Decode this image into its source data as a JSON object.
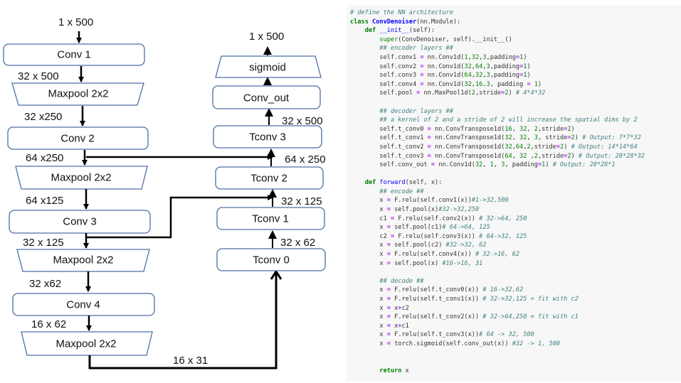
{
  "diagram": {
    "input_label": "1 x 500",
    "encoder": [
      {
        "id": "conv1",
        "label": "Conv 1",
        "shape": "rounded"
      },
      {
        "id": "pool1",
        "label": "Maxpool 2x2",
        "shape": "trapezoid"
      },
      {
        "id": "conv2",
        "label": "Conv 2",
        "shape": "rounded"
      },
      {
        "id": "pool2",
        "label": "Maxpool 2x2",
        "shape": "trapezoid"
      },
      {
        "id": "conv3",
        "label": "Conv 3",
        "shape": "rounded"
      },
      {
        "id": "pool3",
        "label": "Maxpool 2x2",
        "shape": "trapezoid"
      },
      {
        "id": "conv4",
        "label": "Conv 4",
        "shape": "rounded"
      },
      {
        "id": "pool4",
        "label": "Maxpool 2x2",
        "shape": "trapezoid"
      }
    ],
    "encoder_dims": [
      "32 x 500",
      "32 x250",
      "64 x250",
      "64 x125",
      "32 x 125",
      "32 x62",
      "16 x 62"
    ],
    "bottleneck_label": "16 x 31",
    "decoder": [
      {
        "id": "tconv0",
        "label": "Tconv 0",
        "shape": "rounded"
      },
      {
        "id": "tconv1",
        "label": "Tconv 1",
        "shape": "rounded"
      },
      {
        "id": "tconv2",
        "label": "Tconv 2",
        "shape": "rounded"
      },
      {
        "id": "tconv3",
        "label": "Tconv 3",
        "shape": "rounded"
      },
      {
        "id": "conv_out",
        "label": "Conv_out",
        "shape": "rounded"
      },
      {
        "id": "sigmoid",
        "label": "sigmoid",
        "shape": "trapezoid-inverted"
      }
    ],
    "decoder_dims": [
      "32 x 62",
      "32 x 125",
      "64 x 250",
      "32 x 500"
    ],
    "output_label": "1 x 500",
    "skip_connections": [
      {
        "from": "conv2",
        "to": "tconv3"
      },
      {
        "from": "conv3",
        "to": "tconv2"
      }
    ],
    "colors": {
      "box_border": "#4a6fa5",
      "arrow": "#000000",
      "code_bg": "#f7f7f7"
    }
  },
  "code": {
    "lines": [
      [
        [
          "c",
          "# define the NN architecture"
        ]
      ],
      [
        [
          "k",
          "class "
        ],
        [
          "nc",
          "ConvDenoiser"
        ],
        [
          "n",
          "(nn.Module):"
        ]
      ],
      [
        [
          "n",
          "    "
        ],
        [
          "k",
          "def "
        ],
        [
          "nf",
          "__init__"
        ],
        [
          "n",
          "(self):"
        ]
      ],
      [
        [
          "n",
          "        "
        ],
        [
          "sp",
          "super"
        ],
        [
          "n",
          "(ConvDenoiser, self).__init__()"
        ]
      ],
      [
        [
          "n",
          "        "
        ],
        [
          "c",
          "## encoder layers ##"
        ]
      ],
      [
        [
          "n",
          "        self.conv1 "
        ],
        [
          "o",
          "="
        ],
        [
          "n",
          " nn.Conv1d("
        ],
        [
          "m",
          "1"
        ],
        [
          "n",
          ","
        ],
        [
          "m",
          "32"
        ],
        [
          "n",
          ","
        ],
        [
          "m",
          "3"
        ],
        [
          "n",
          ",padding"
        ],
        [
          "o",
          "="
        ],
        [
          "m",
          "1"
        ],
        [
          "n",
          ")"
        ]
      ],
      [
        [
          "n",
          "        self.conv2 "
        ],
        [
          "o",
          "="
        ],
        [
          "n",
          " nn.Conv1d("
        ],
        [
          "m",
          "32"
        ],
        [
          "n",
          ","
        ],
        [
          "m",
          "64"
        ],
        [
          "n",
          ","
        ],
        [
          "m",
          "3"
        ],
        [
          "n",
          ",padding"
        ],
        [
          "o",
          "="
        ],
        [
          "m",
          "1"
        ],
        [
          "n",
          ")"
        ]
      ],
      [
        [
          "n",
          "        self.conv3 "
        ],
        [
          "o",
          "="
        ],
        [
          "n",
          " nn.Conv1d("
        ],
        [
          "m",
          "64"
        ],
        [
          "n",
          ","
        ],
        [
          "m",
          "32"
        ],
        [
          "n",
          ","
        ],
        [
          "m",
          "3"
        ],
        [
          "n",
          ",padding"
        ],
        [
          "o",
          "="
        ],
        [
          "m",
          "1"
        ],
        [
          "n",
          ")"
        ]
      ],
      [
        [
          "n",
          "        self.conv4 "
        ],
        [
          "o",
          "="
        ],
        [
          "n",
          " nn.Conv1d("
        ],
        [
          "m",
          "32"
        ],
        [
          "n",
          ","
        ],
        [
          "m",
          "16"
        ],
        [
          "n",
          ","
        ],
        [
          "m",
          "3"
        ],
        [
          "n",
          ", padding "
        ],
        [
          "o",
          "="
        ],
        [
          "n",
          " "
        ],
        [
          "m",
          "1"
        ],
        [
          "n",
          ")"
        ]
      ],
      [
        [
          "n",
          "        self.pool "
        ],
        [
          "o",
          "="
        ],
        [
          "n",
          " nn.MaxPool1d("
        ],
        [
          "m",
          "2"
        ],
        [
          "n",
          ",stride"
        ],
        [
          "o",
          "="
        ],
        [
          "m",
          "2"
        ],
        [
          "n",
          ") "
        ],
        [
          "c",
          "# 4*4*32"
        ]
      ],
      [
        [
          "n",
          ""
        ]
      ],
      [
        [
          "n",
          "        "
        ],
        [
          "c",
          "## decoder layers ##"
        ]
      ],
      [
        [
          "n",
          "        "
        ],
        [
          "c",
          "## a kernel of 2 and a stride of 2 will increase the spatial dims by 2"
        ]
      ],
      [
        [
          "n",
          "        self.t_conv0 "
        ],
        [
          "o",
          "="
        ],
        [
          "n",
          " nn.ConvTranspose1d("
        ],
        [
          "m",
          "16"
        ],
        [
          "n",
          ", "
        ],
        [
          "m",
          "32"
        ],
        [
          "n",
          ", "
        ],
        [
          "m",
          "2"
        ],
        [
          "n",
          ",stride"
        ],
        [
          "o",
          "="
        ],
        [
          "m",
          "2"
        ],
        [
          "n",
          ")"
        ]
      ],
      [
        [
          "n",
          "        self.t_conv1 "
        ],
        [
          "o",
          "="
        ],
        [
          "n",
          " nn.ConvTranspose1d("
        ],
        [
          "m",
          "32"
        ],
        [
          "n",
          ", "
        ],
        [
          "m",
          "32"
        ],
        [
          "n",
          ", "
        ],
        [
          "m",
          "3"
        ],
        [
          "n",
          ", stride"
        ],
        [
          "o",
          "="
        ],
        [
          "m",
          "2"
        ],
        [
          "n",
          ") "
        ],
        [
          "c",
          "# Output: 7*7*32"
        ]
      ],
      [
        [
          "n",
          "        self.t_conv2 "
        ],
        [
          "o",
          "="
        ],
        [
          "n",
          " nn.ConvTranspose1d("
        ],
        [
          "m",
          "32"
        ],
        [
          "n",
          ","
        ],
        [
          "m",
          "64"
        ],
        [
          "n",
          ","
        ],
        [
          "m",
          "2"
        ],
        [
          "n",
          ",stride"
        ],
        [
          "o",
          "="
        ],
        [
          "m",
          "2"
        ],
        [
          "n",
          ") "
        ],
        [
          "c",
          "# Output: 14*14*64"
        ]
      ],
      [
        [
          "n",
          "        self.t_conv3 "
        ],
        [
          "o",
          "="
        ],
        [
          "n",
          " nn.ConvTranspose1d("
        ],
        [
          "m",
          "64"
        ],
        [
          "n",
          ", "
        ],
        [
          "m",
          "32"
        ],
        [
          "n",
          " ,"
        ],
        [
          "m",
          "2"
        ],
        [
          "n",
          ",stride"
        ],
        [
          "o",
          "="
        ],
        [
          "m",
          "2"
        ],
        [
          "n",
          ") "
        ],
        [
          "c",
          "# Output: 28*28*32"
        ]
      ],
      [
        [
          "n",
          "        self.conv_out "
        ],
        [
          "o",
          "="
        ],
        [
          "n",
          " nn.Conv1d("
        ],
        [
          "m",
          "32"
        ],
        [
          "n",
          ", "
        ],
        [
          "m",
          "1"
        ],
        [
          "n",
          ", "
        ],
        [
          "m",
          "3"
        ],
        [
          "n",
          ", padding"
        ],
        [
          "o",
          "="
        ],
        [
          "m",
          "1"
        ],
        [
          "n",
          ") "
        ],
        [
          "c",
          "# Output: 28*28*1"
        ]
      ],
      [
        [
          "n",
          ""
        ]
      ],
      [
        [
          "n",
          "    "
        ],
        [
          "k",
          "def "
        ],
        [
          "nf",
          "forward"
        ],
        [
          "n",
          "(self, x):"
        ]
      ],
      [
        [
          "n",
          "        "
        ],
        [
          "c",
          "## encode ##"
        ]
      ],
      [
        [
          "n",
          "        x "
        ],
        [
          "o",
          "="
        ],
        [
          "n",
          " F.relu(self.conv1(x))"
        ],
        [
          "c",
          "#1->32,500"
        ]
      ],
      [
        [
          "n",
          "        x "
        ],
        [
          "o",
          "="
        ],
        [
          "n",
          " self.pool(x)"
        ],
        [
          "c",
          "#32->32,250"
        ]
      ],
      [
        [
          "n",
          "        c1 "
        ],
        [
          "o",
          "="
        ],
        [
          "n",
          " F.relu(self.conv2(x)) "
        ],
        [
          "c",
          "# 32->64, 250"
        ]
      ],
      [
        [
          "n",
          "        x "
        ],
        [
          "o",
          "="
        ],
        [
          "n",
          " self.pool(c1)"
        ],
        [
          "c",
          "# 64->64, 125"
        ]
      ],
      [
        [
          "n",
          "        c2 "
        ],
        [
          "o",
          "="
        ],
        [
          "n",
          " F.relu(self.conv3(x)) "
        ],
        [
          "c",
          "# 64->32, 125"
        ]
      ],
      [
        [
          "n",
          "        x "
        ],
        [
          "o",
          "="
        ],
        [
          "n",
          " self.pool(c2) "
        ],
        [
          "c",
          "#32->32, 62"
        ]
      ],
      [
        [
          "n",
          "        x "
        ],
        [
          "o",
          "="
        ],
        [
          "n",
          " F.relu(self.conv4(x)) "
        ],
        [
          "c",
          "# 32->16, 62"
        ]
      ],
      [
        [
          "n",
          "        x "
        ],
        [
          "o",
          "="
        ],
        [
          "n",
          " self.pool(x) "
        ],
        [
          "c",
          "#16->16, 31"
        ]
      ],
      [
        [
          "n",
          ""
        ]
      ],
      [
        [
          "n",
          "        "
        ],
        [
          "c",
          "## decode ##"
        ]
      ],
      [
        [
          "n",
          "        x "
        ],
        [
          "o",
          "="
        ],
        [
          "n",
          " F.relu(self.t_conv0(x)) "
        ],
        [
          "c",
          "# 16->32,62"
        ]
      ],
      [
        [
          "n",
          "        x "
        ],
        [
          "o",
          "="
        ],
        [
          "n",
          " F.relu(self.t_conv1(x)) "
        ],
        [
          "c",
          "# 32->32,125 = fit with c2"
        ]
      ],
      [
        [
          "n",
          "        x "
        ],
        [
          "o",
          "="
        ],
        [
          "n",
          " x"
        ],
        [
          "o",
          "+"
        ],
        [
          "n",
          "c2"
        ]
      ],
      [
        [
          "n",
          "        x "
        ],
        [
          "o",
          "="
        ],
        [
          "n",
          " F.relu(self.t_conv2(x)) "
        ],
        [
          "c",
          "# 32->64,250 = fit with c1"
        ]
      ],
      [
        [
          "n",
          "        x "
        ],
        [
          "o",
          "="
        ],
        [
          "n",
          " x"
        ],
        [
          "o",
          "+"
        ],
        [
          "n",
          "c1"
        ]
      ],
      [
        [
          "n",
          "        x "
        ],
        [
          "o",
          "="
        ],
        [
          "n",
          " F.relu(self.t_conv3(x))"
        ],
        [
          "c",
          "# 64 -> 32, 500"
        ]
      ],
      [
        [
          "n",
          "        x "
        ],
        [
          "o",
          "="
        ],
        [
          "n",
          " torch.sigmoid(self.conv_out(x)) "
        ],
        [
          "c",
          "#32 -> 1, 500"
        ]
      ],
      [
        [
          "n",
          ""
        ]
      ],
      [
        [
          "n",
          ""
        ]
      ],
      [
        [
          "n",
          "        "
        ],
        [
          "k",
          "return"
        ],
        [
          "n",
          " x"
        ]
      ]
    ]
  }
}
